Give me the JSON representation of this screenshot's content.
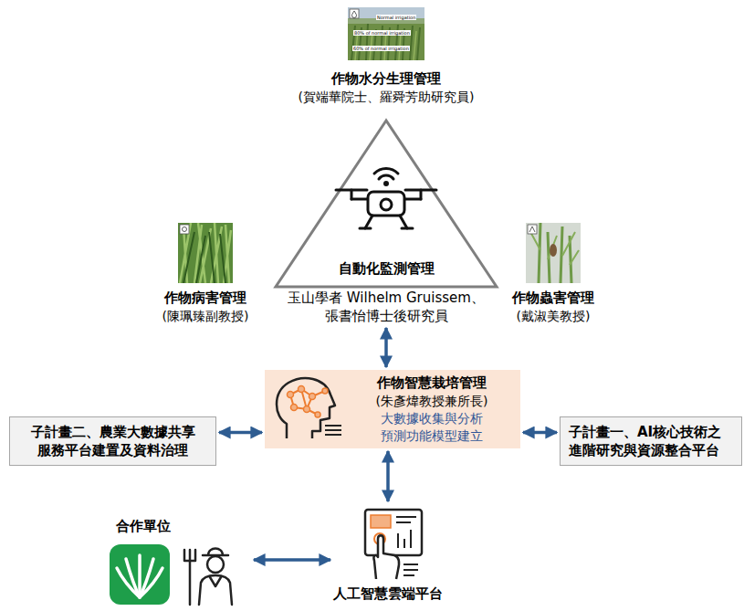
{
  "diagram": {
    "nodes": [
      {
        "text": [
          "作物水分生理管理",
          "(賀端華院士、羅舜芳助研究員)"
        ]
      },
      {
        "text": [
          "作物病害管理",
          "(陳珮臻副教授)"
        ]
      },
      {
        "text": [
          "自動化監測管理",
          "玉山學者 Wilhelm Gruissem、 張書怡博士後研究員"
        ]
      },
      {
        "text": [
          "作物蟲害管理",
          "(戴淑美教授)"
        ]
      },
      {
        "text": [
          "作物智慧栽培管理",
          "(朱彥煒教授兼所長)",
          "大數據收集與分析",
          "預測功能模型建立"
        ]
      },
      {
        "text": [
          "子計畫二、農業大數據共享服務平台建置及資料治理"
        ]
      },
      {
        "text": [
          "子計畫一、AI核心技術之進階研究與資源整合平台"
        ]
      },
      {
        "text": [
          "人工智慧雲端平台"
        ]
      },
      {
        "text": [
          "合作單位"
        ]
      }
    ],
    "edges": [
      {
        "from": 2,
        "to": 4,
        "arrow": "both"
      },
      {
        "from": 5,
        "to": 4,
        "arrow": "both"
      },
      {
        "from": 4,
        "to": 6,
        "arrow": "both"
      },
      {
        "from": 4,
        "to": 7,
        "arrow": "both"
      },
      {
        "from": 8,
        "to": 7,
        "arrow": "both"
      }
    ],
    "labels": [
      "Normal irrigation",
      "80% of normal irrigation",
      "60% of normal irrigation"
    ]
  }
}
